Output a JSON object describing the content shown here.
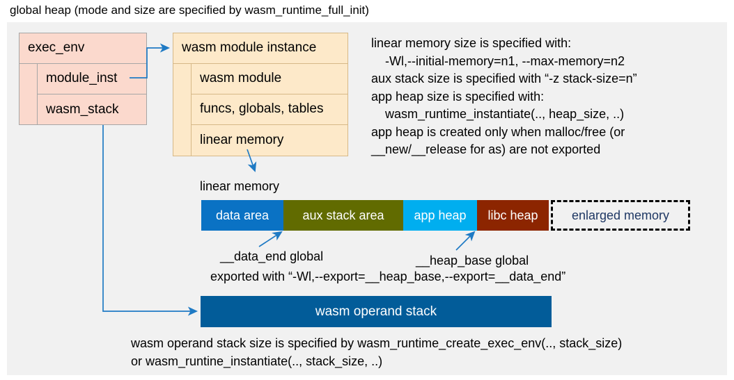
{
  "title": "global heap (mode and size are specified by wasm_runtime_full_init)",
  "accent_colors": {
    "canvas_bg": "#f1f1f1",
    "exec_env_fill": "#fbd9cd",
    "exec_env_border": "#a6a6a6",
    "module_inst_fill": "#fde9c9",
    "module_inst_border": "#d6b887",
    "data_area": "#0a72c4",
    "aux_stack_area": "#616b00",
    "app_heap": "#00aeef",
    "libc_heap": "#8c2500",
    "enlarged_memory_text": "#1f3864",
    "operand_stack": "#025c99",
    "connector": "#1f7ac4"
  },
  "exec_env": {
    "header": "exec_env",
    "fields": [
      {
        "label": "module_inst"
      },
      {
        "label": "wasm_stack"
      }
    ]
  },
  "module_instance": {
    "header": "wasm module instance",
    "fields": [
      {
        "label": "wasm module"
      },
      {
        "label": "funcs, globals, tables"
      },
      {
        "label": "linear memory"
      }
    ]
  },
  "notes": {
    "right": "linear memory size is specified with:\n    -Wl,--initial-memory=n1, --max-memory=n2\naux stack size is specified with “-z stack-size=n”\napp heap size is specified with:\n    wasm_runtime_instantiate(.., heap_size, ..)\napp heap is created only when malloc/free (or\n__new/__release for as) are not exported",
    "data_end": "__data_end global",
    "heap_base": "__heap_base global",
    "exported": "exported with “-Wl,--export=__heap_base,--export=__data_end”",
    "bottom": "wasm operand stack size is specified by wasm_runtime_create_exec_env(.., stack_size)\nor wasm_runtine_instantiate(.., stack_size, ..)"
  },
  "linear_memory": {
    "label": "linear memory",
    "segments": [
      {
        "label": "data area",
        "color": "#0a72c4"
      },
      {
        "label": "aux stack area",
        "color": "#616b00"
      },
      {
        "label": "app heap",
        "color": "#00aeef"
      },
      {
        "label": "libc heap",
        "color": "#8c2500"
      },
      {
        "label": "enlarged memory",
        "color": "#f1f1f1"
      }
    ]
  },
  "operand_stack": {
    "label": "wasm operand stack"
  }
}
